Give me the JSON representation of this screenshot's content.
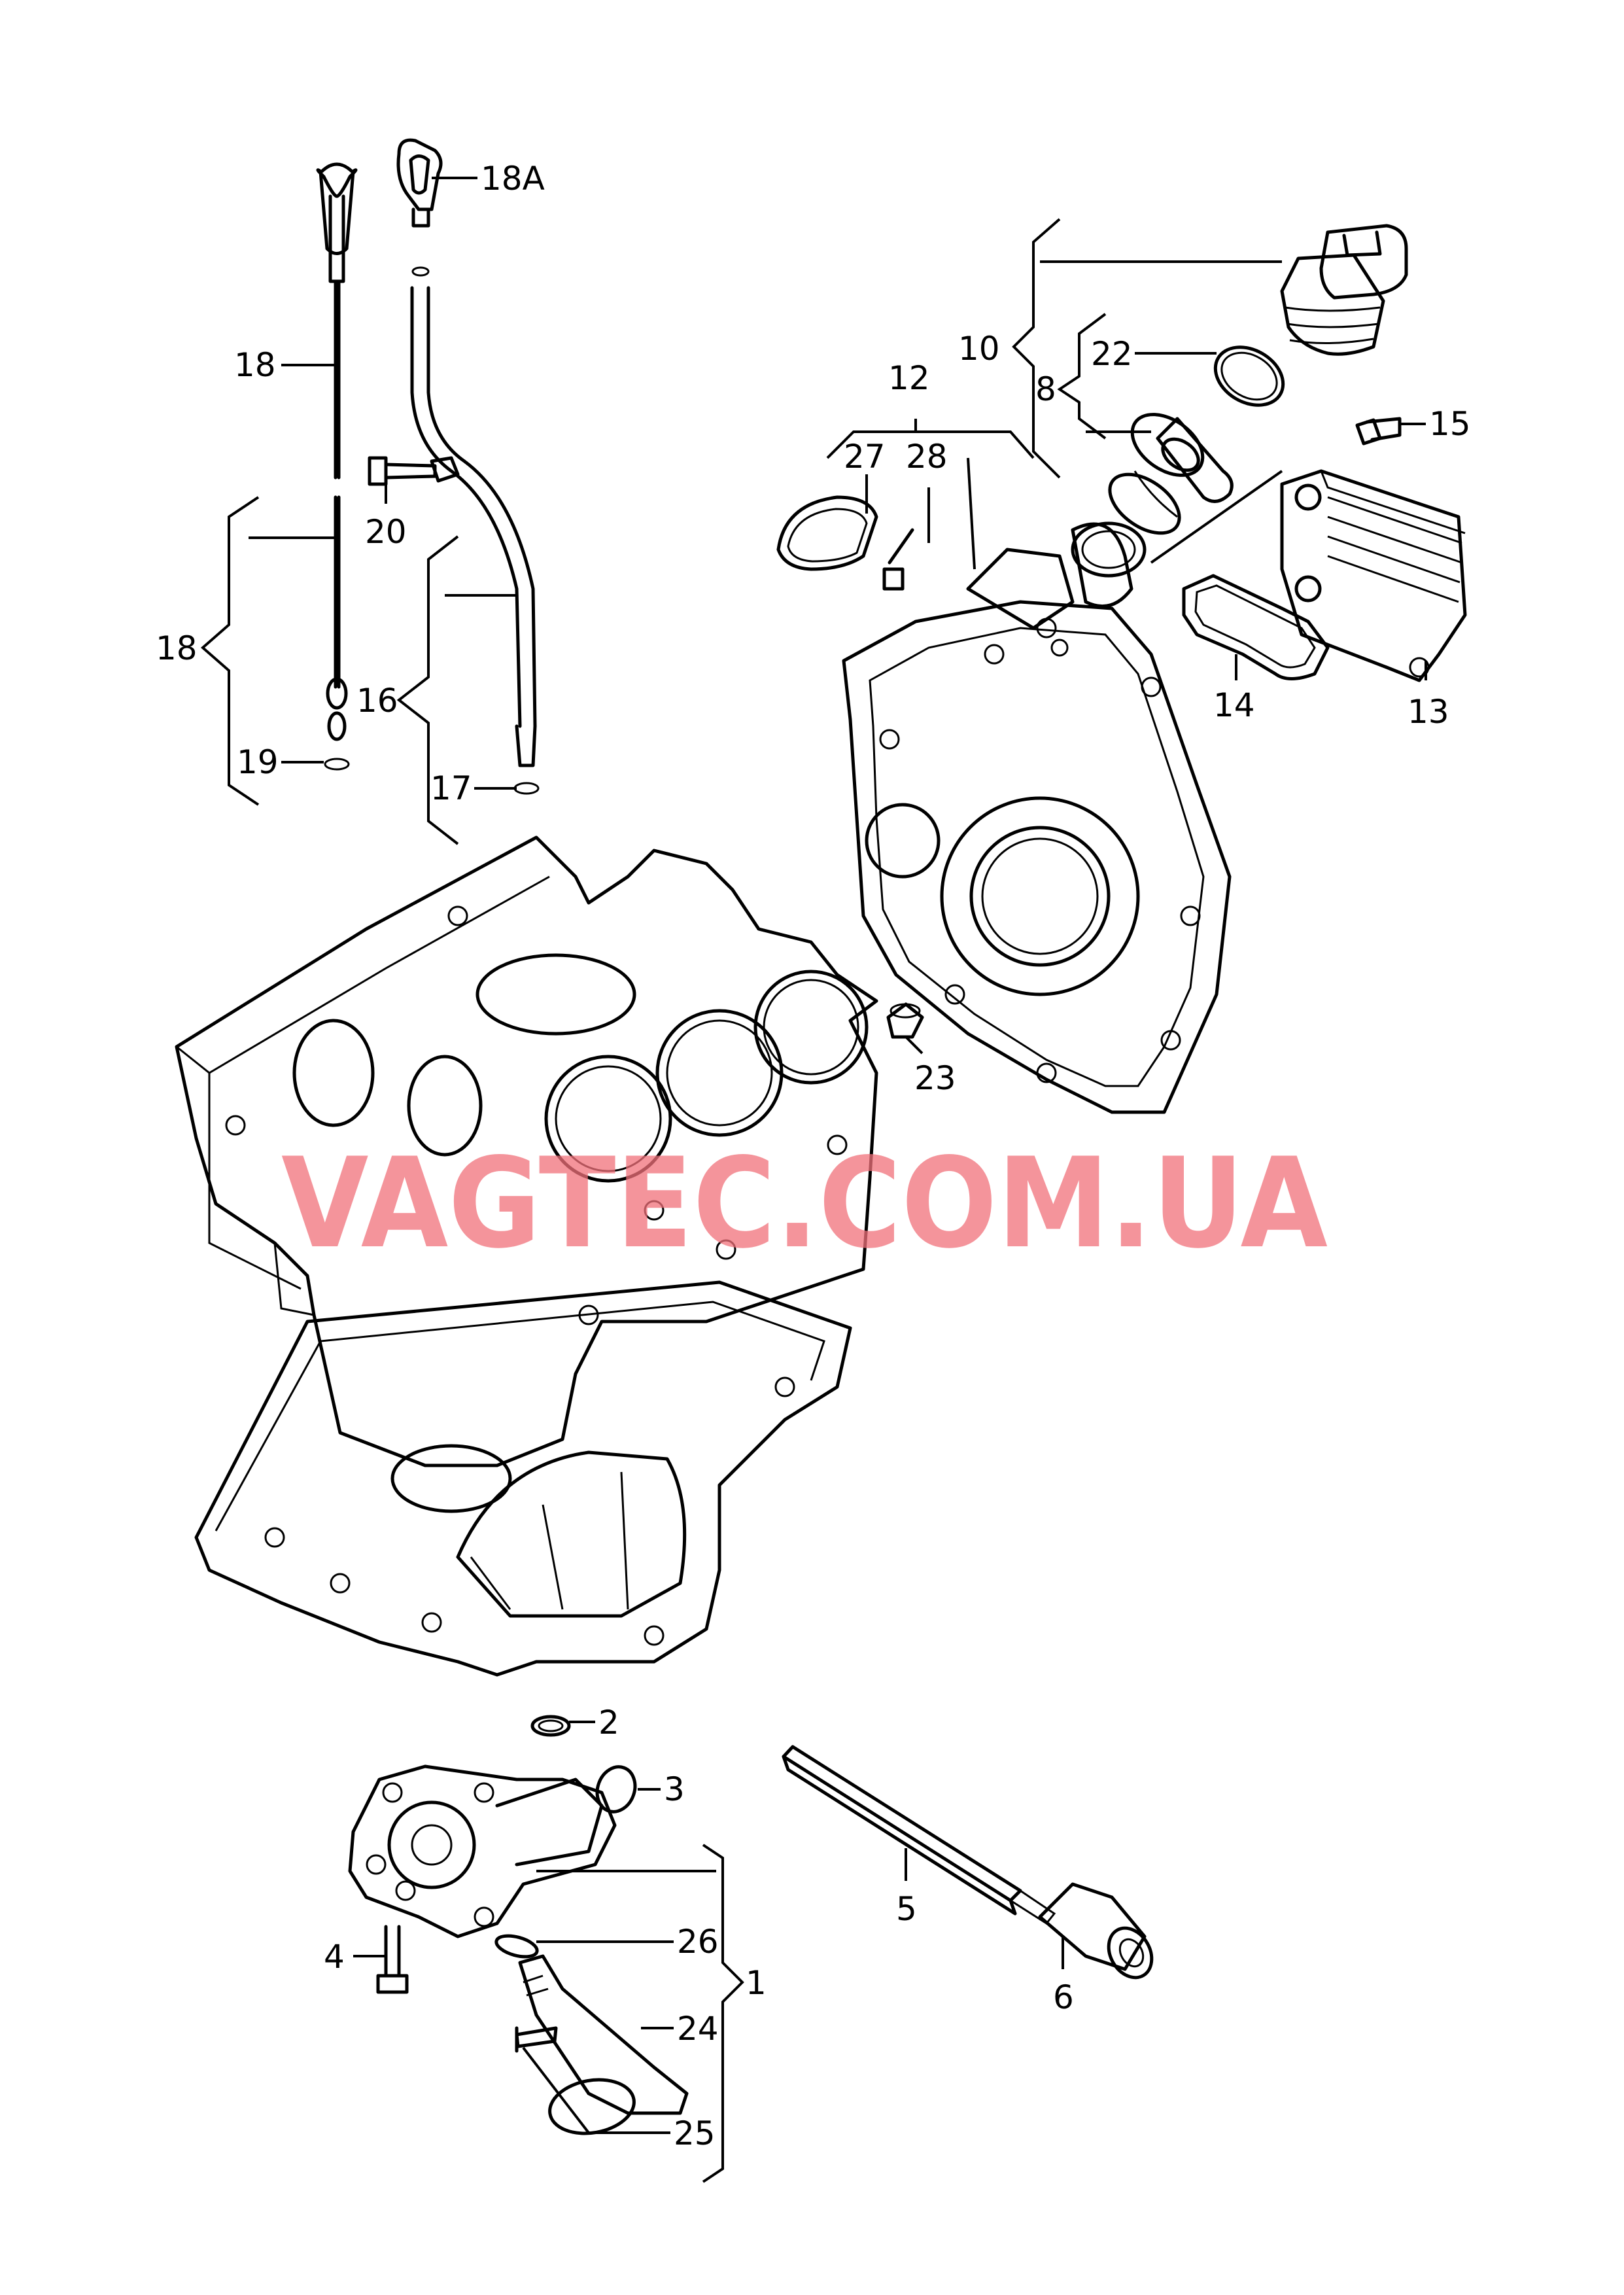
{
  "watermark": "VAGTEC.COM.UA",
  "callouts": {
    "c1": "1",
    "c2": "2",
    "c3": "3",
    "c4": "4",
    "c5": "5",
    "c6": "6",
    "c8": "8",
    "c10": "10",
    "c12": "12",
    "c13": "13",
    "c14": "14",
    "c15": "15",
    "c16": "16",
    "c17": "17",
    "c18_top": "18",
    "c18_bracket": "18",
    "c18a": "18A",
    "c19": "19",
    "c20": "20",
    "c22": "22",
    "c23": "23",
    "c24": "24",
    "c25": "25",
    "c26": "26",
    "c27": "27",
    "c28": "28"
  }
}
